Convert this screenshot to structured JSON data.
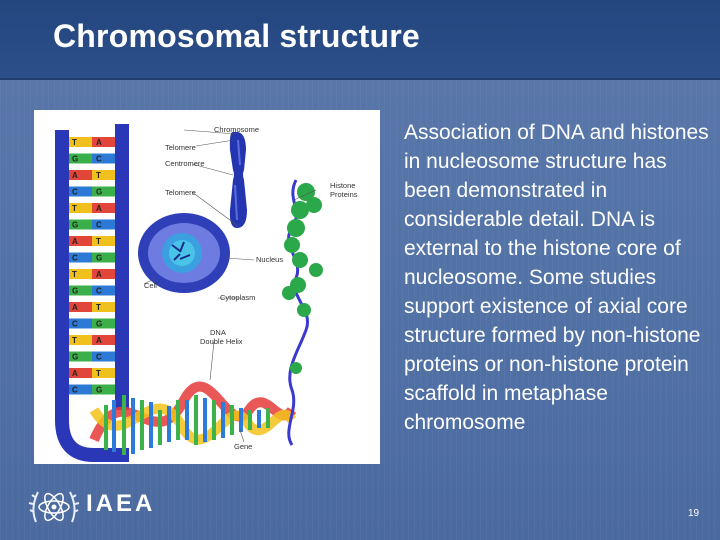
{
  "slide": {
    "title": "Chromosomal structure",
    "body": "Association of DNA and histones in nucleosome structure has been demonstrated in considerable detail. DNA is external to the histone core of nucleosome. Some studies support existence of axial core structure formed by non-histone proteins or non-histone protein scaffold in metaphase chromosome",
    "page_number": "19"
  },
  "logo": {
    "text": "IAEA",
    "icon": "atom-laurel-icon"
  },
  "figure": {
    "labels": {
      "chromosome": "Chromosome",
      "telomere_top": "Telomere",
      "centromere": "Centromere",
      "telomere_bottom": "Telomere",
      "histone_line1": "Histone",
      "histone_line2": "Proteins",
      "nucleus": "Nucleus",
      "cell": "Cell",
      "cytoplasm": "Cytoplasm",
      "dna_line1": "DNA",
      "dna_line2": "Double Helix",
      "gene": "Gene"
    },
    "base_pairs": [
      [
        "T",
        "A"
      ],
      [
        "G",
        "C"
      ],
      [
        "A",
        "T"
      ],
      [
        "C",
        "G"
      ],
      [
        "T",
        "A"
      ],
      [
        "G",
        "C"
      ],
      [
        "A",
        "T"
      ],
      [
        "C",
        "G"
      ],
      [
        "T",
        "A"
      ],
      [
        "G",
        "C"
      ],
      [
        "A",
        "T"
      ],
      [
        "C",
        "G"
      ],
      [
        "T",
        "A"
      ],
      [
        "G",
        "C"
      ],
      [
        "A",
        "T"
      ],
      [
        "C",
        "G"
      ]
    ]
  }
}
